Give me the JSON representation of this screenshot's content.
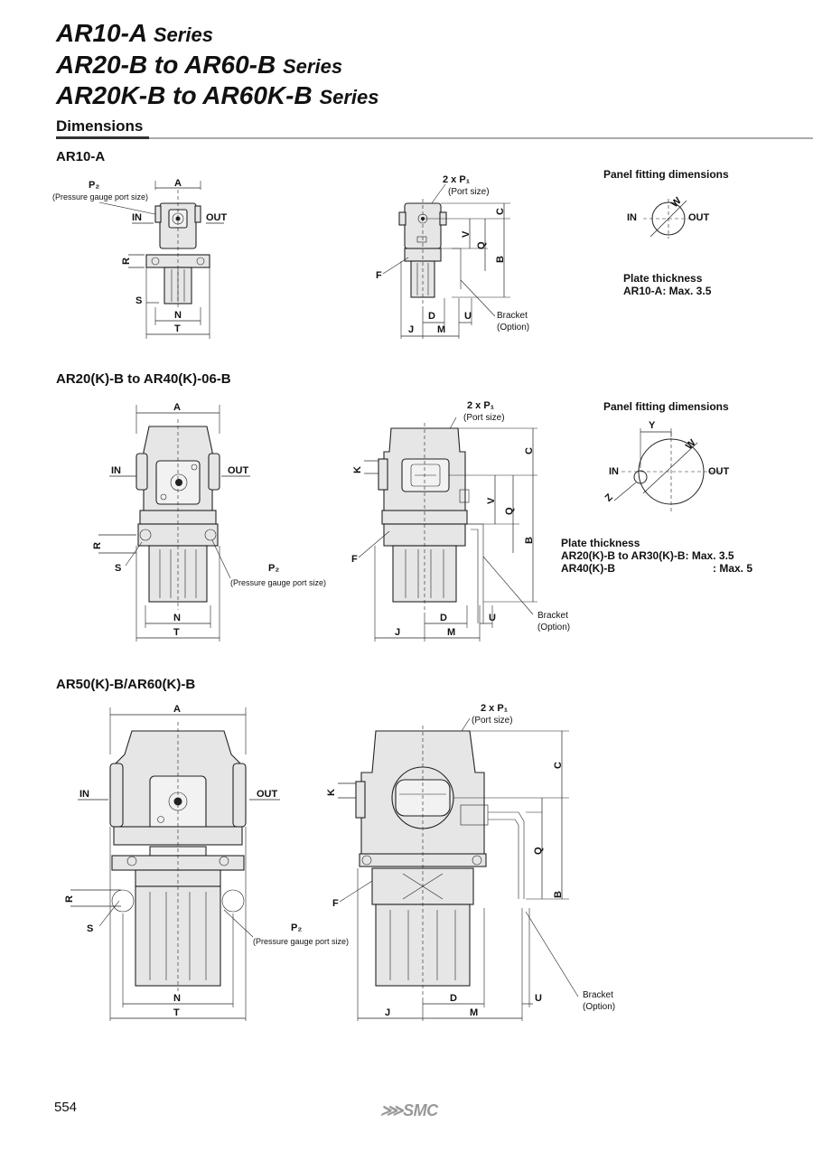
{
  "title": {
    "line1_main": "AR10-A",
    "line1_suffix": "Series",
    "line2_main": "AR20-B to AR60-B",
    "line2_suffix": "Series",
    "line3_main": "AR20K-B to AR60K-B",
    "line3_suffix": "Series"
  },
  "section": "Dimensions",
  "ar10": {
    "heading": "AR10-A",
    "panel_title": "Panel fitting dimensions",
    "plate_title": "Plate thickness",
    "plate_line1": "AR10-A: Max. 3.5",
    "labels": {
      "A": "A",
      "P2": "P₂",
      "gauge": "(Pressure gauge port size)",
      "IN": "IN",
      "OUT": "OUT",
      "R": "R",
      "S": "S",
      "N": "N",
      "T": "T",
      "P1": "2 x P₁",
      "port": "(Port size)",
      "C": "C",
      "V": "V",
      "Q": "Q",
      "B": "B",
      "F": "F",
      "D": "D",
      "U": "U",
      "J": "J",
      "M": "M",
      "bracket": "Bracket",
      "option": "(Option)",
      "W": "W"
    }
  },
  "ar20": {
    "heading": "AR20(K)-B to AR40(K)-06-B",
    "panel_title": "Panel fitting dimensions",
    "plate_title": "Plate thickness",
    "plate_line1": "AR20(K)-B to AR30(K)-B: Max. 3.5",
    "plate_line2_left": "AR40(K)-B",
    "plate_line2_right": ": Max. 5",
    "labels": {
      "A": "A",
      "IN": "IN",
      "OUT": "OUT",
      "R": "R",
      "S": "S",
      "P2": "P₂",
      "gauge": "(Pressure gauge port size)",
      "N": "N",
      "T": "T",
      "P1": "2 x P₁",
      "port": "(Port size)",
      "C": "C",
      "K": "K",
      "V": "V",
      "Q": "Q",
      "B": "B",
      "F": "F",
      "D": "D",
      "U": "U",
      "J": "J",
      "M": "M",
      "bracket": "Bracket",
      "option": "(Option)",
      "W": "W",
      "Y": "Y",
      "Z": "Z"
    }
  },
  "ar50": {
    "heading": "AR50(K)-B/AR60(K)-B",
    "labels": {
      "A": "A",
      "IN": "IN",
      "OUT": "OUT",
      "R": "R",
      "S": "S",
      "P2": "P₂",
      "gauge": "(Pressure gauge port size)",
      "N": "N",
      "T": "T",
      "P1": "2 x P₁",
      "port": "(Port size)",
      "C": "C",
      "K": "K",
      "Q": "Q",
      "B": "B",
      "F": "F",
      "D": "D",
      "U": "U",
      "J": "J",
      "M": "M",
      "bracket": "Bracket",
      "option": "(Option)"
    }
  },
  "footer": {
    "page": "554",
    "logo": "SMC"
  }
}
